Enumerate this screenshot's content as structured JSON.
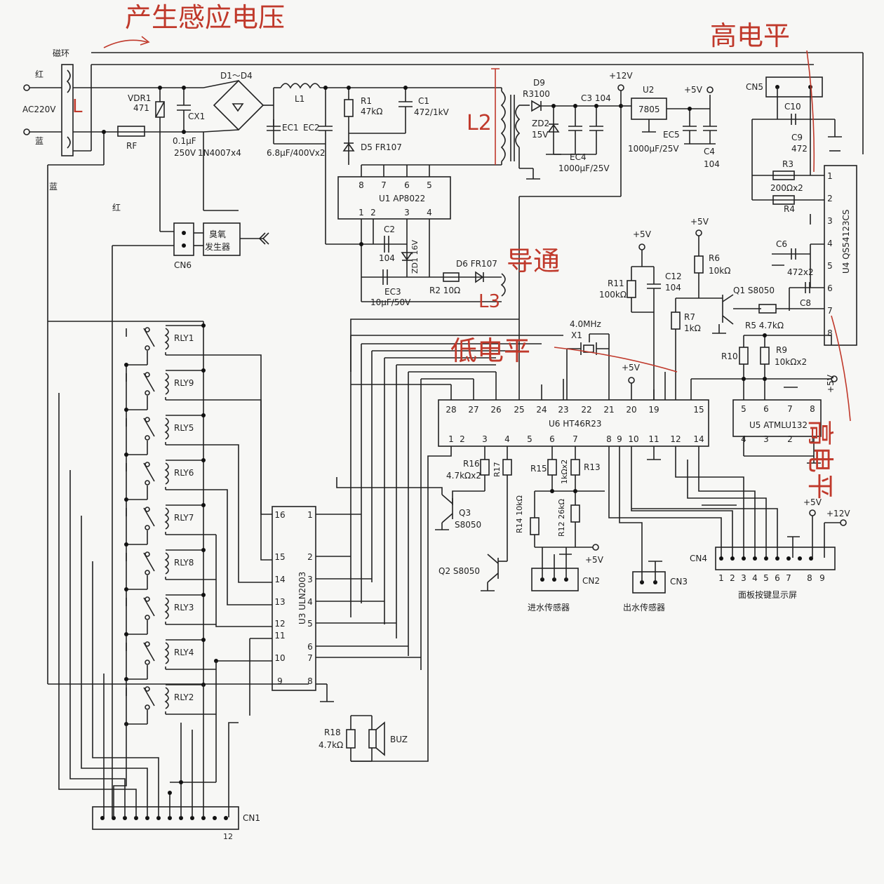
{
  "annotations": {
    "induced_voltage": "产生感应电压",
    "high_level_top": "高电平",
    "conducting": "导通",
    "low_level": "低电平",
    "high_level_right": "高电平"
  },
  "power_input": {
    "ring": "磁环",
    "red": "红",
    "blue": "蓝",
    "ac": "AC220V",
    "l_mark": "L",
    "l2_mark": "L2",
    "l3_mark": "L3"
  },
  "components": {
    "vdr1": "VDR1",
    "vdr1_val": "471",
    "cx1": "CX1",
    "cx1_val1": "0.1μF",
    "cx1_val2": "250V",
    "rf": "RF",
    "d1d4": "D1～D4",
    "bridge_val": "1N4007x4",
    "l1": "L1",
    "ec1": "EC1",
    "ec2": "EC2",
    "ec_val": "6.8μF/400Vx2",
    "r1": "R1",
    "r1_val": "47kΩ",
    "c1": "C1",
    "c1_val": "472/1kV",
    "d5": "D5  FR107",
    "u1": "U1  AP8022",
    "c2": "C2",
    "c2_val": "104",
    "zd1": "ZD1 16V",
    "ec3": "EC3",
    "ec3_val": "10μF/50V",
    "r2": "R2  10Ω",
    "d6": "D6  FR107",
    "d9": "D9",
    "d9_val": "R3100",
    "zd2": "ZD2",
    "zd2_val": "15V",
    "plus12": "+12V",
    "c3": "C3  104",
    "ec4": "EC4",
    "ec4_val": "1000μF/25V",
    "u2": "U2",
    "u2_val": "7805",
    "plus5": "+5V",
    "ec5": "EC5",
    "ec5_val": "1000μF/25V",
    "c4": "C4",
    "c4_val": "104",
    "cn5": "CN5",
    "c10": "C10",
    "c9": "C9",
    "c9_val": "472",
    "r3": "R3",
    "r3_val": "200Ωx2",
    "r4": "R4",
    "c6": "C6",
    "c6_val": "472x2",
    "c8": "C8",
    "u4": "U4  QS54123CS",
    "cn6": "CN6",
    "ozone1": "臭氧",
    "ozone2": "发生器",
    "r11": "R11",
    "r11_val": "100kΩ",
    "c12": "C12",
    "c12_val": "104",
    "r6": "R6",
    "r6_val": "10kΩ",
    "q1": "Q1   S8050",
    "r7": "R7",
    "r7_val": "1kΩ",
    "r5": "R5   4.7kΩ",
    "r10": "R10",
    "r9": "R9",
    "r9_val": "10kΩx2",
    "x1_freq": "4.0MHz",
    "x1": "X1",
    "u6": "U6   HT46R23",
    "u5": "U5   ATMLU132",
    "r16": "R16",
    "r16_val": "4.7kΩx2",
    "r17": "R17",
    "q3": "Q3",
    "q3_val": "S8050",
    "r15": "R15",
    "r15_val": "1kΩx2",
    "r13": "R13",
    "r14": "R14  10kΩ",
    "r12": "R12  26kΩ",
    "q2": "Q2   S8050",
    "cn2": "CN2",
    "cn3": "CN3",
    "cn4": "CN4",
    "in_sensor": "进水传感器",
    "out_sensor": "出水传感器",
    "panel": "面板按键显示屏",
    "u3": "U3  ULN2003",
    "r18": "R18",
    "r18_val": "4.7kΩ",
    "buz": "BUZ",
    "cn1": "CN1",
    "cn1_count": "12"
  },
  "relays": [
    "RLY1",
    "RLY9",
    "RLY5",
    "RLY6",
    "RLY7",
    "RLY8",
    "RLY3",
    "RLY4",
    "RLY2"
  ],
  "u1_pins_top": [
    "8",
    "7",
    "6",
    "5"
  ],
  "u1_pins_bot": [
    "1",
    "2",
    "3",
    "4"
  ],
  "u6_pins_top": [
    "28",
    "27",
    "26",
    "25",
    "24",
    "23",
    "22",
    "21",
    "20",
    "19",
    "15"
  ],
  "u6_pins_bot": [
    "1",
    "2",
    "3",
    "4",
    "5",
    "6",
    "7",
    "8",
    "9",
    "10",
    "11",
    "12",
    "14"
  ],
  "u5_pins_top": [
    "5",
    "6",
    "7",
    "8"
  ],
  "u5_pins_bot": [
    "4",
    "3",
    "2",
    "1"
  ],
  "u4_pins": [
    "1",
    "2",
    "3",
    "4",
    "5",
    "6",
    "7",
    "8"
  ],
  "u3_pins_left": [
    "16",
    "15",
    "14",
    "13",
    "12",
    "11",
    "10",
    "9"
  ],
  "u3_pins_right": [
    "1",
    "2",
    "3",
    "4",
    "5",
    "6",
    "7",
    "8"
  ],
  "cn4_pins": [
    "1",
    "2",
    "3",
    "4",
    "5",
    "6",
    "7",
    "8",
    "9"
  ]
}
